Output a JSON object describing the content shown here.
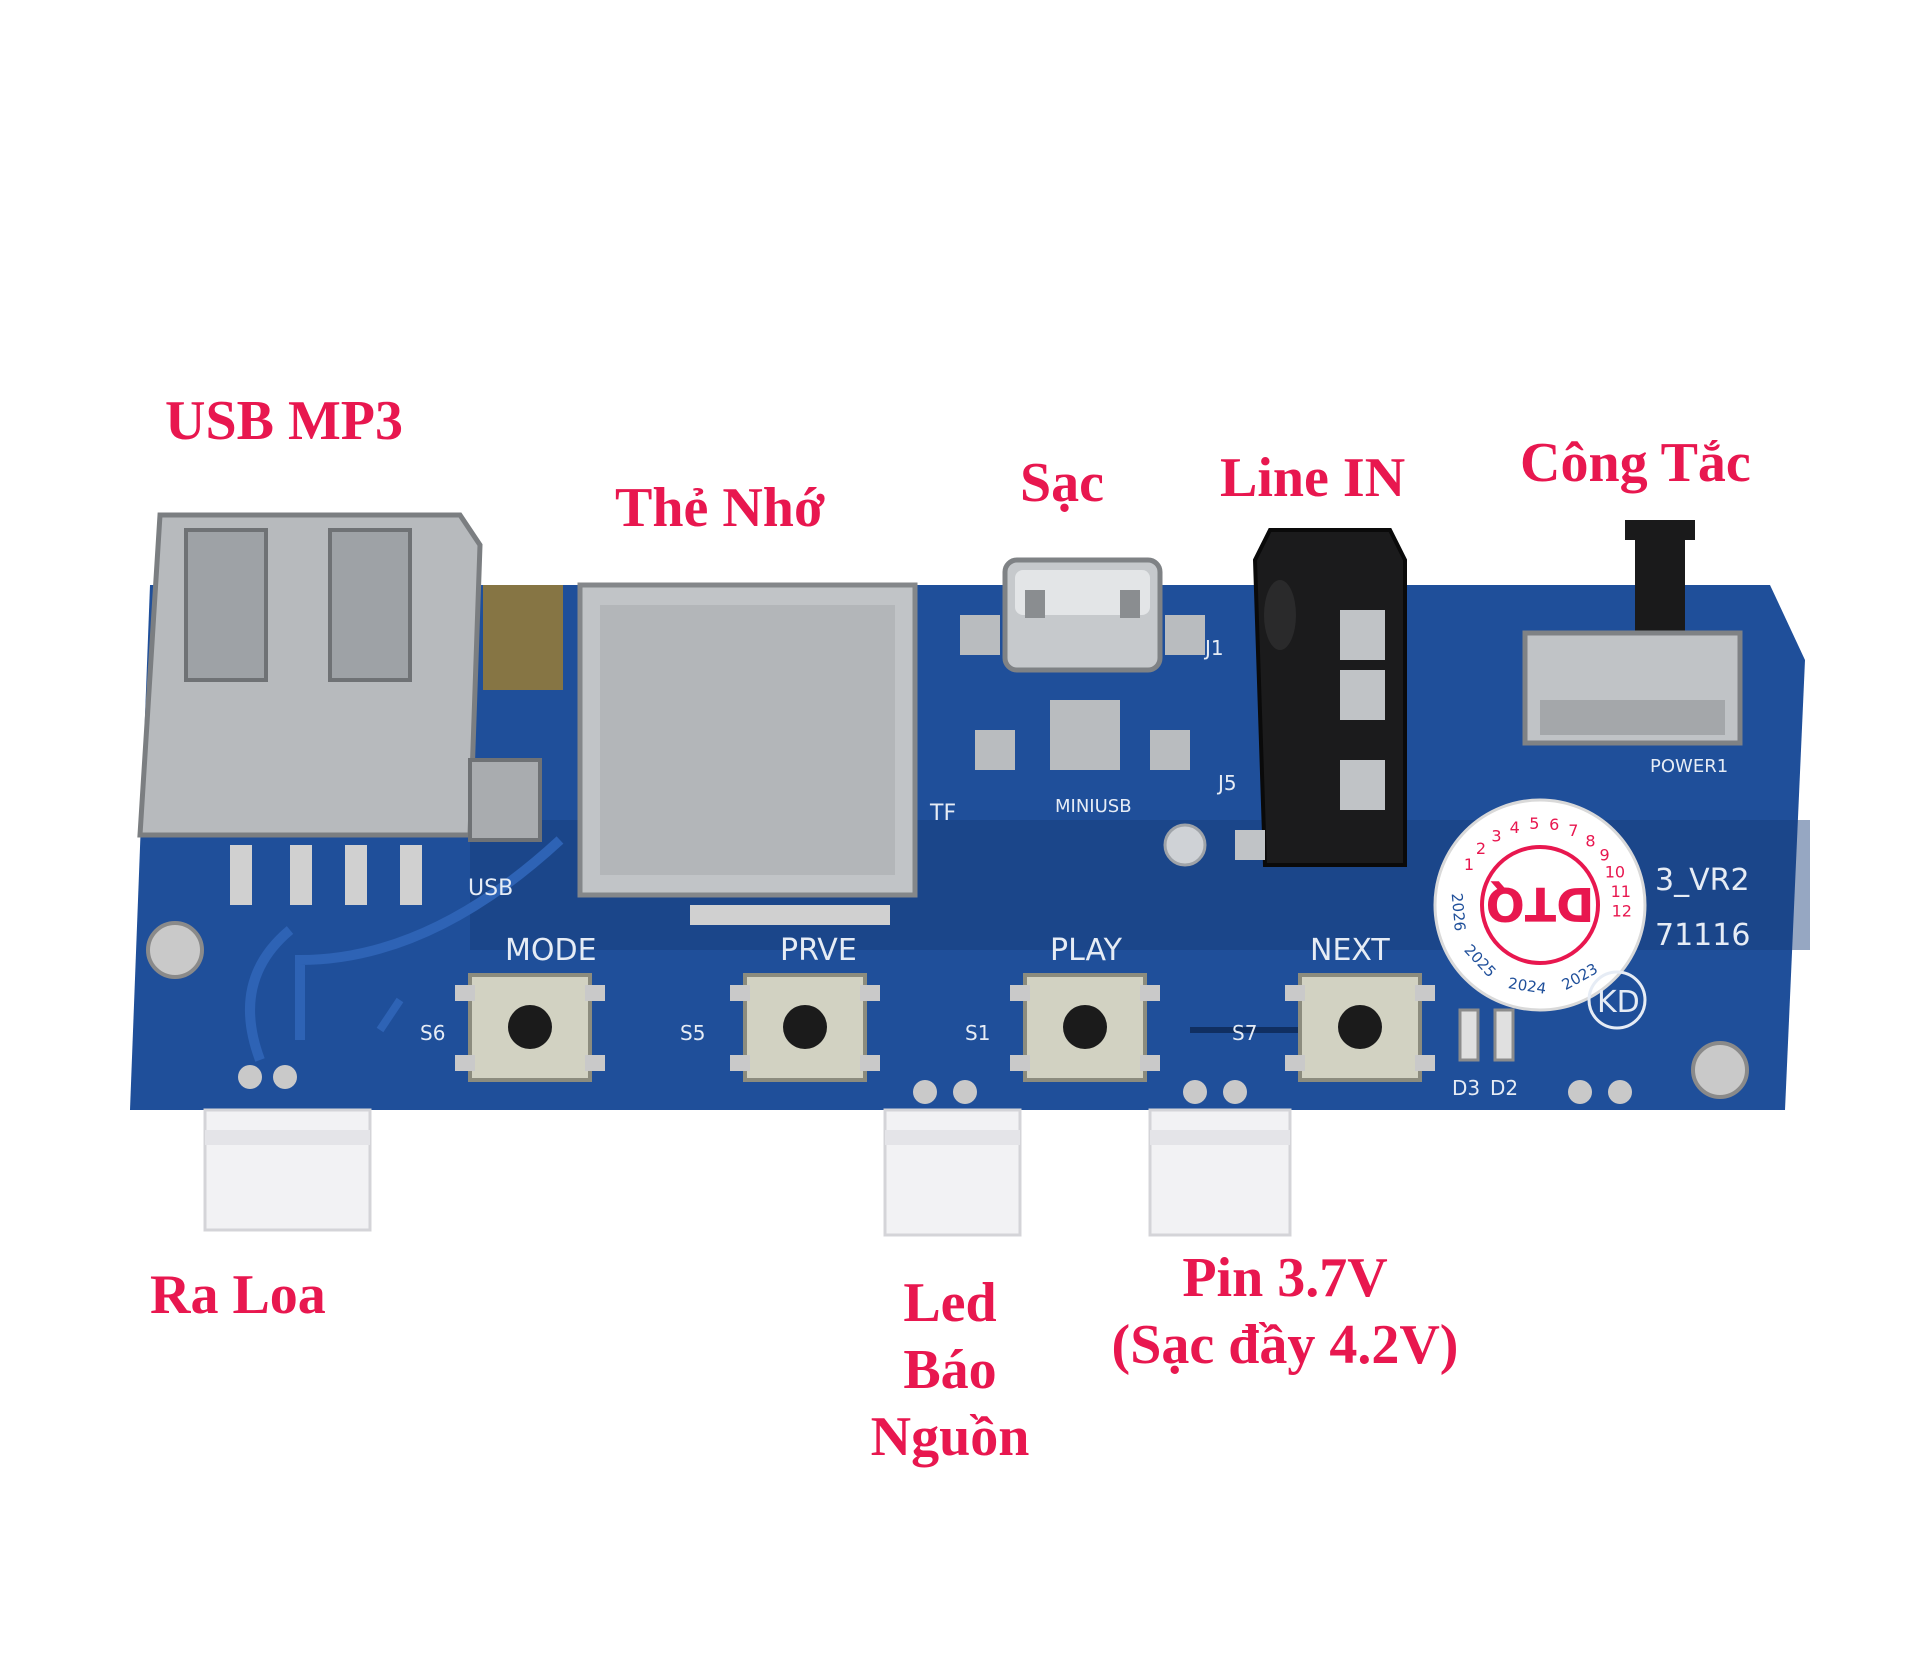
{
  "colors": {
    "label": "#e8174f",
    "pcb": "#1f4f9a",
    "pcb_dark": "#163b78",
    "silkscreen": "#e6ecf5",
    "metal": "#b9bcc0",
    "connector": "#f2f2f4"
  },
  "labels": {
    "usb": "USB MP3",
    "tf_card": "Thẻ Nhớ",
    "charge": "Sạc",
    "line_in": "Line IN",
    "switch": "Công Tắc",
    "speaker": "Ra Loa",
    "led_lines": [
      "Led",
      "Báo",
      "Nguồn"
    ],
    "battery_lines": [
      "Pin 3.7V",
      "(Sạc đầy 4.2V)"
    ]
  },
  "silkscreen": {
    "usb": "USB",
    "tf": "TF",
    "miniusb": "MINIUSB",
    "j1": "J1",
    "j5": "J5",
    "power": "POWER1",
    "mode": "MODE",
    "prve": "PRVE",
    "play": "PLAY",
    "next": "NEXT",
    "s6": "S6",
    "s5": "S5",
    "s1": "S1",
    "s7": "S7",
    "d3": "D3",
    "d2": "D2",
    "version": "3_VR2",
    "code": "71116",
    "kd": "KD"
  },
  "stamp": {
    "text": "DTQ",
    "years": [
      "2026",
      "2025",
      "2024",
      "2023"
    ],
    "months": [
      "1",
      "2",
      "3",
      "4",
      "5",
      "6",
      "7",
      "8",
      "9",
      "10",
      "11",
      "12"
    ]
  }
}
